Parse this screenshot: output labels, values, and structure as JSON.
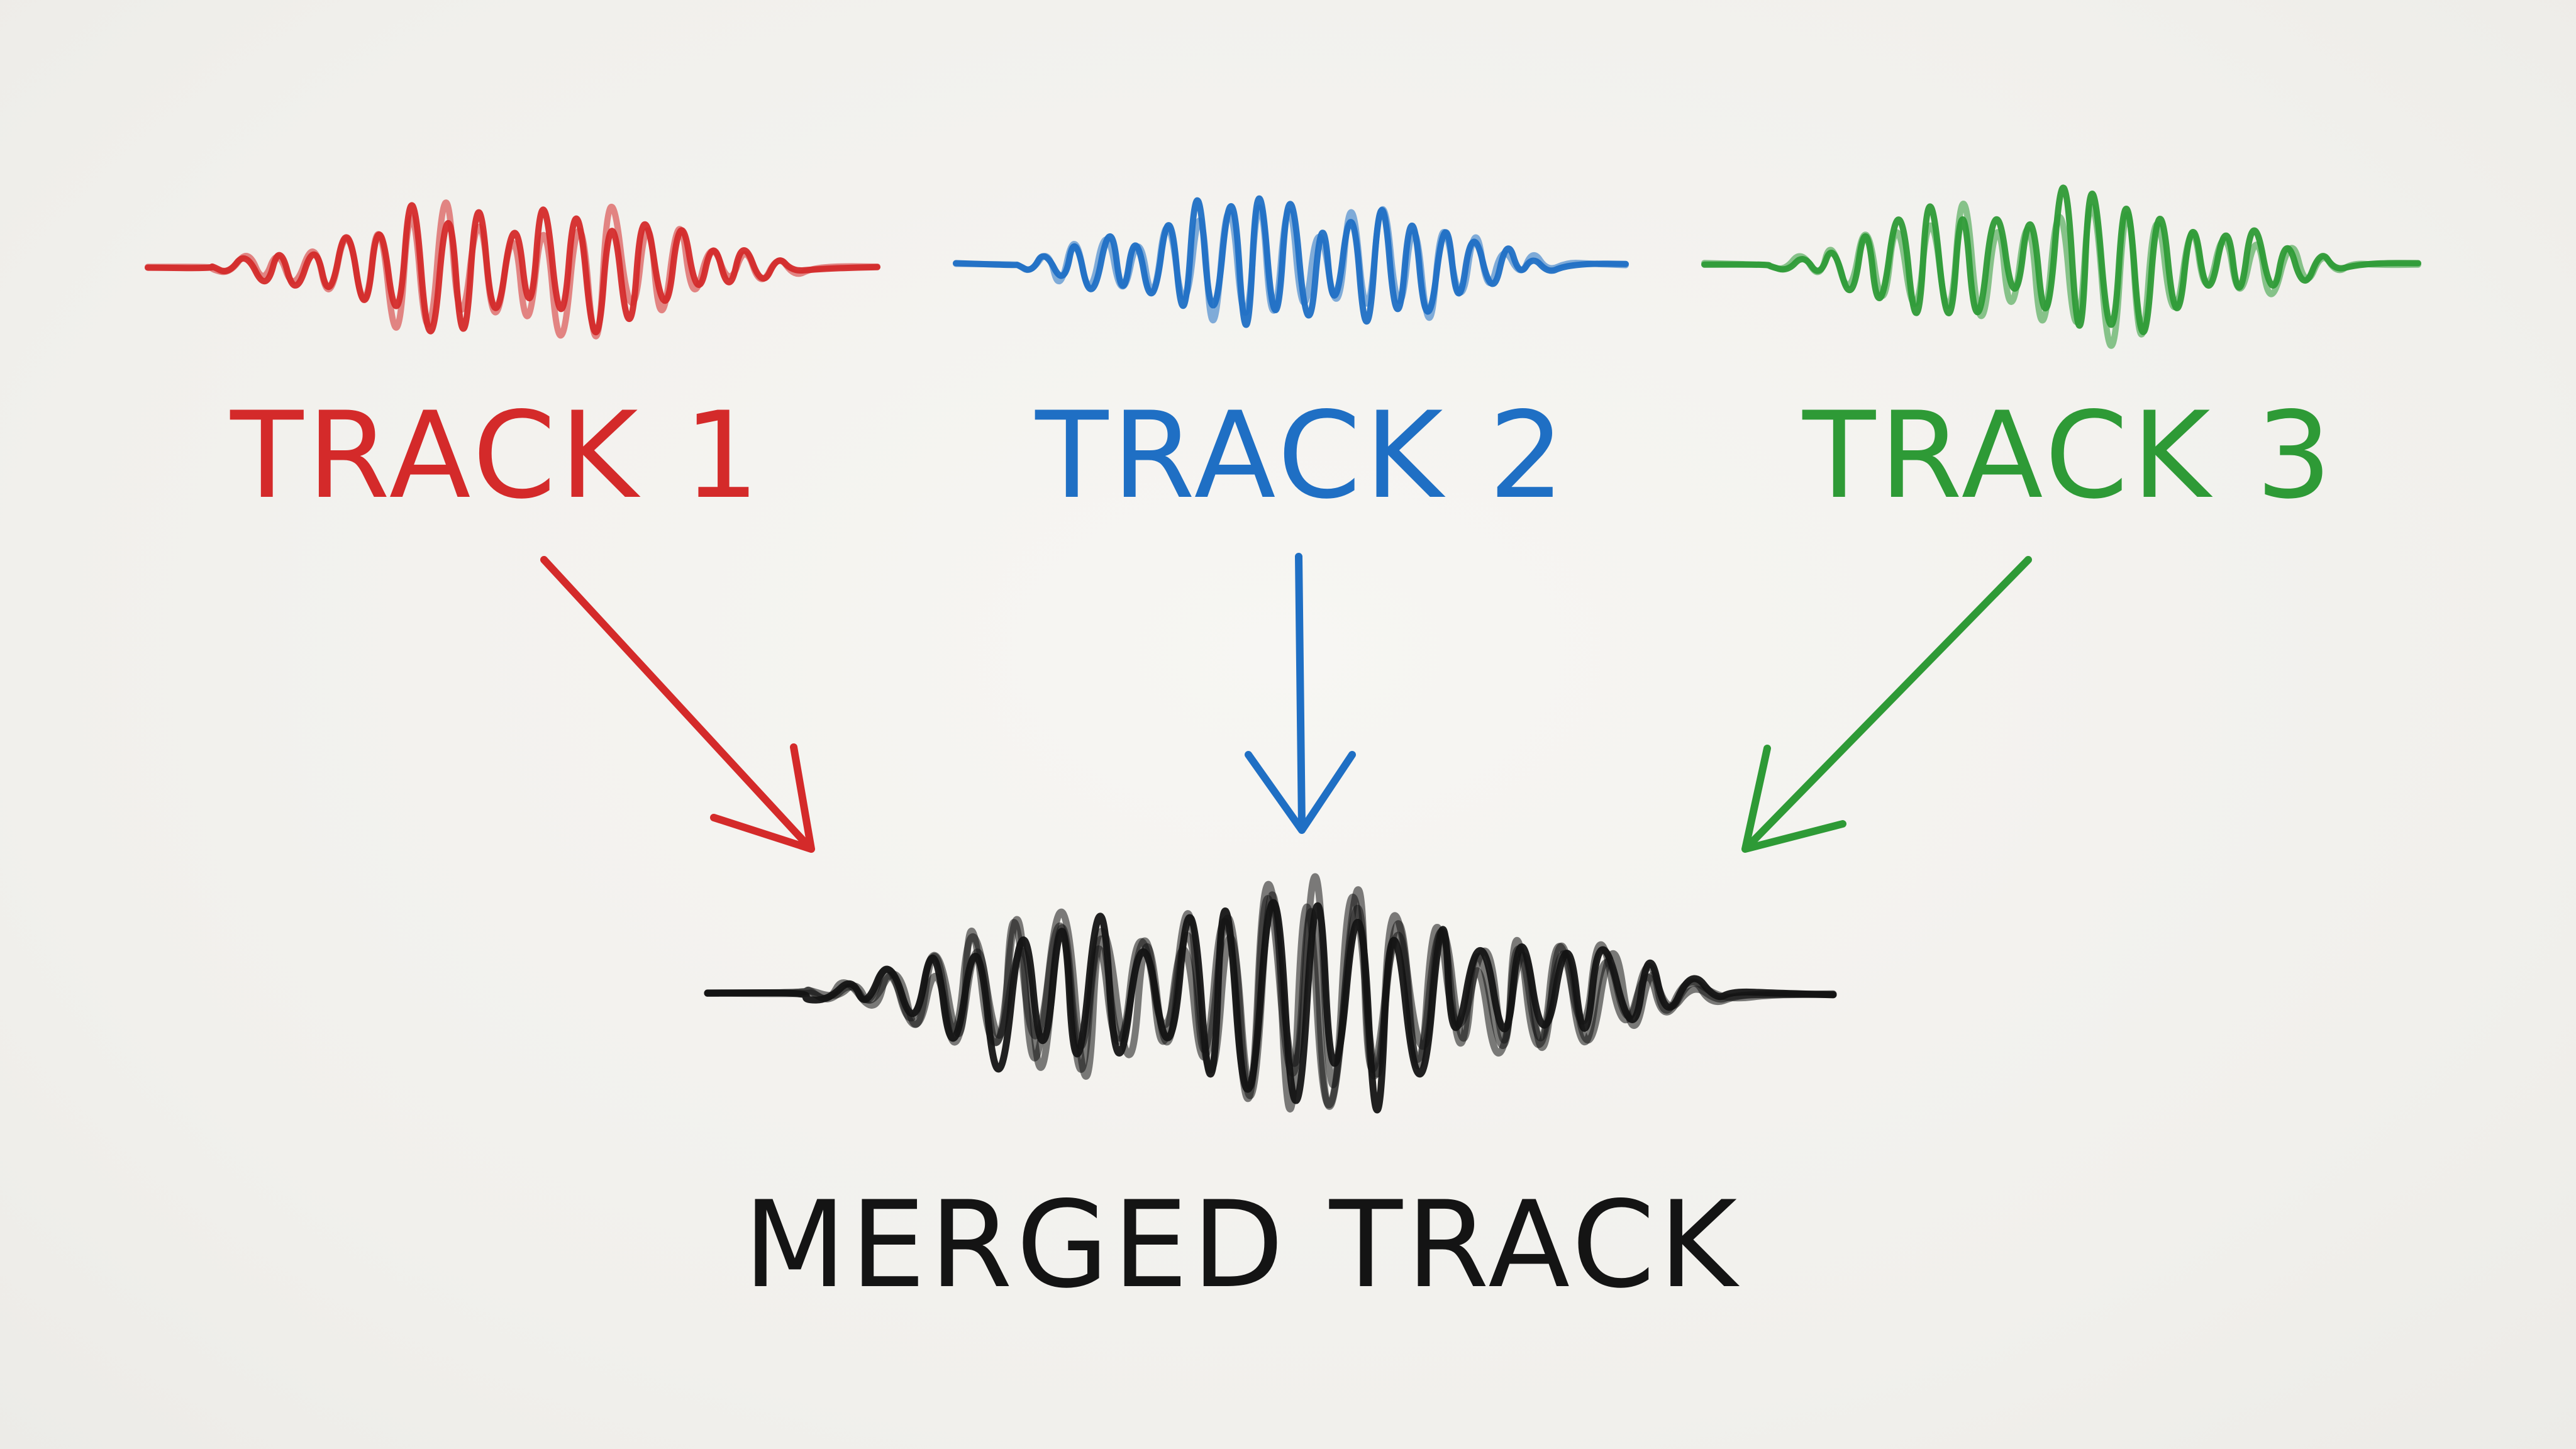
{
  "colors": {
    "track_1": "#d42a2a",
    "track_2": "#1f6fc4",
    "track_3": "#2e9a36",
    "merged": "#141414",
    "background": "#f3f2ef"
  },
  "tracks": [
    {
      "label": "TRACK 1",
      "color_key": "track_1"
    },
    {
      "label": "TRACK 2",
      "color_key": "track_2"
    },
    {
      "label": "TRACK 3",
      "color_key": "track_3"
    }
  ],
  "merged": {
    "label": "MERGED TRACK",
    "color_key": "merged"
  }
}
